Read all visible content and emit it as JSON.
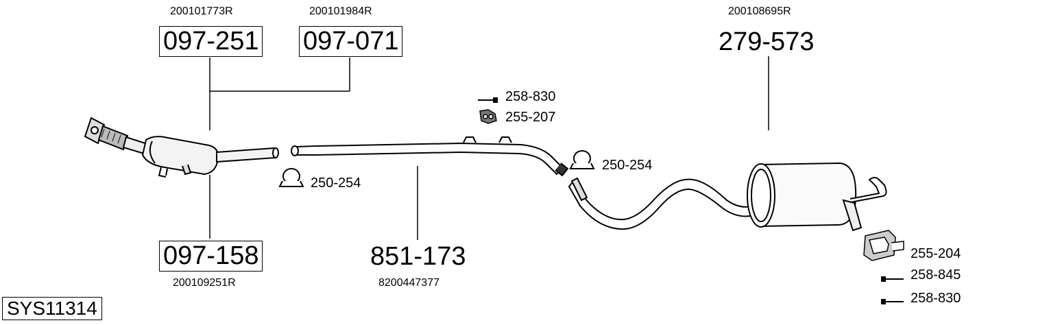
{
  "diagram": {
    "system_id": "SYS11314",
    "parts": {
      "cat_a": {
        "number": "097-251",
        "oem": "200101773R"
      },
      "cat_b": {
        "number": "097-071",
        "oem": "200101984R"
      },
      "dpf": {
        "number": "097-158",
        "oem": "200109251R"
      },
      "mid_pipe": {
        "number": "851-173",
        "oem": "8200447377"
      },
      "rear_silencer": {
        "number": "279-573",
        "oem": "200108695R"
      }
    },
    "fittings": {
      "bolt_top": "258-830",
      "rubber_top": "255-207",
      "clamp_left": "250-254",
      "clamp_right": "250-254",
      "rubber_rear": "255-204",
      "bolt_rear_1": "258-845",
      "bolt_rear_2": "258-830"
    }
  }
}
